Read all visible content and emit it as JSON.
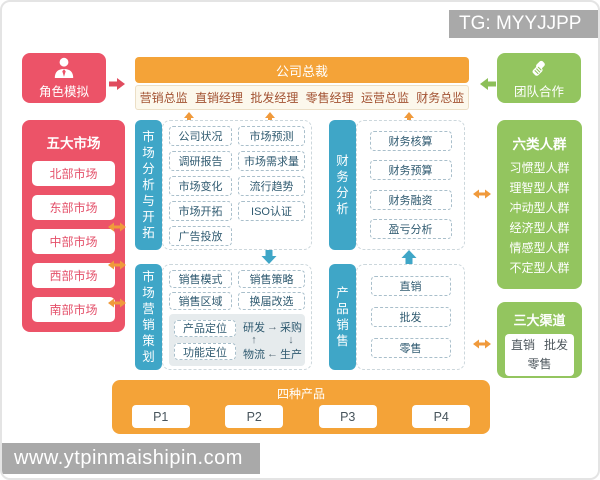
{
  "watermarks": {
    "tg": "TG: MYYJJPP",
    "site": "www.ytpinmaishipin.com"
  },
  "palette": {
    "red": "#ec5368",
    "orange": "#f4a338",
    "green": "#93c55f",
    "blue": "#3fa6c7",
    "watermark_gray": "#a9a9a9"
  },
  "icons": {
    "role": "person-icon",
    "team": "handshake-icon"
  },
  "top": {
    "role_box": "角色模拟",
    "team_box": "团队合作",
    "president": "公司总裁",
    "managers": [
      "营销总监",
      "直销经理",
      "批发经理",
      "零售经理",
      "运营总监",
      "财务总监"
    ]
  },
  "five_markets": {
    "title": "五大市场",
    "items": [
      "北部市场",
      "东部市场",
      "中部市场",
      "西部市场",
      "南部市场"
    ]
  },
  "market_analysis": {
    "tab": "市场分析与开拓",
    "col1": [
      "公司状况",
      "调研报告",
      "市场变化",
      "市场开拓",
      "广告投放"
    ],
    "col2": [
      "市场预测",
      "市场需求量",
      "流行趋势",
      "ISO认证"
    ]
  },
  "finance": {
    "tab": "财务分析",
    "items": [
      "财务核算",
      "财务预算",
      "财务融资",
      "盈亏分析"
    ]
  },
  "marketing_plan": {
    "tab": "市场营销策划",
    "row_items": [
      "销售模式",
      "销售策略",
      "销售区域",
      "换届改选"
    ],
    "position_items": [
      "产品定位",
      "功能定位"
    ],
    "cycle": {
      "tl": "研发",
      "tr": "采购",
      "bl": "物流",
      "br": "生产",
      "right_arrow": "→",
      "down_arrow": "↓",
      "left_arrow": "←",
      "up_arrow": "↑"
    }
  },
  "product_sales": {
    "tab": "产品销售",
    "items": [
      "直销",
      "批发",
      "零售"
    ]
  },
  "crowds": {
    "title": "六类人群",
    "items": [
      "习惯型人群",
      "理智型人群",
      "冲动型人群",
      "经济型人群",
      "情感型人群",
      "不定型人群"
    ]
  },
  "channels": {
    "title": "三大渠道",
    "items": [
      "直销",
      "批发",
      "零售"
    ]
  },
  "products": {
    "title": "四种产品",
    "items": [
      "P1",
      "P2",
      "P3",
      "P4"
    ]
  }
}
